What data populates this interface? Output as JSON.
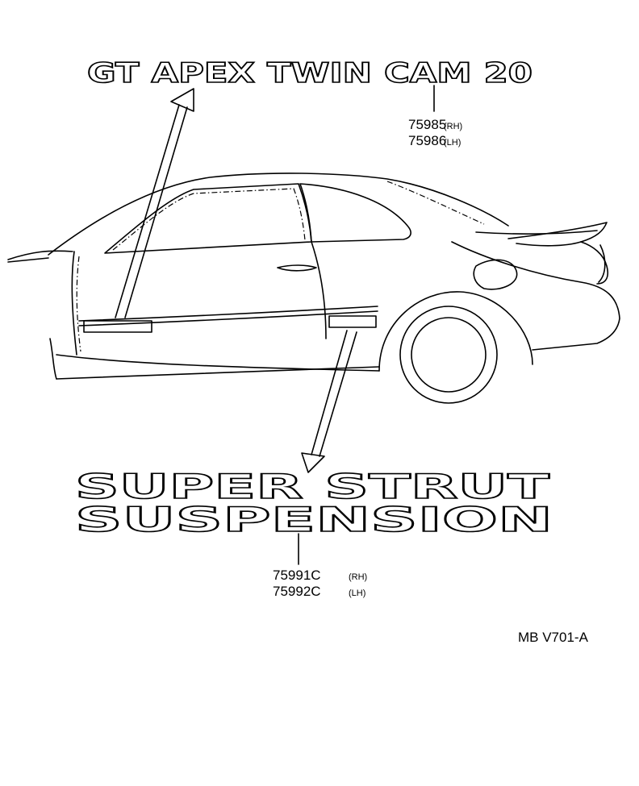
{
  "emblems": {
    "upper": {
      "text": "GT APEX  TWIN CAM 20",
      "parts": [
        {
          "number": "75985",
          "side": "(RH)"
        },
        {
          "number": "75986",
          "side": "(LH)"
        }
      ]
    },
    "lower": {
      "line1": "SUPER STRUT",
      "line2": "SUSPENSION",
      "parts": [
        {
          "number": "75991C",
          "side": "(RH)"
        },
        {
          "number": "75992C",
          "side": "(LH)"
        }
      ]
    }
  },
  "figure_code": "MB V701-A"
}
